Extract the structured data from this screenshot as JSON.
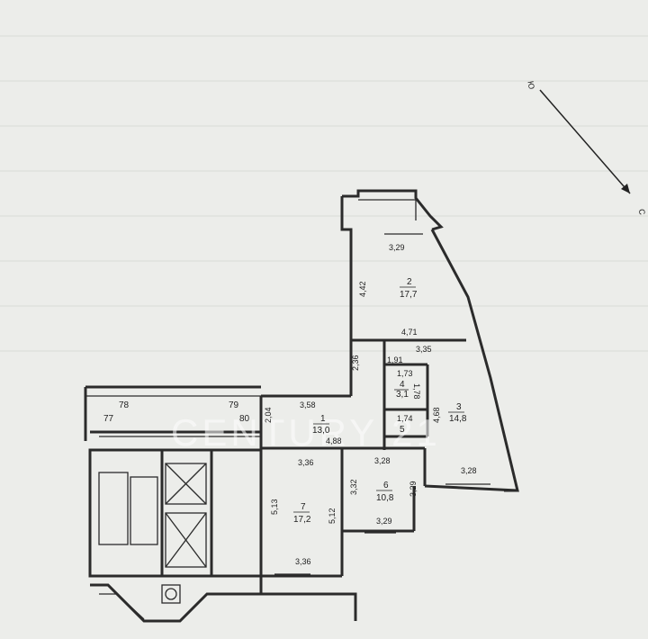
{
  "compass": {
    "north_label": "Ю",
    "south_label": "С"
  },
  "watermark": "CENTURY 21",
  "rooms": [
    {
      "number": "2",
      "area": "17,7"
    },
    {
      "number": "1",
      "area": "13,0"
    },
    {
      "number": "3",
      "area": "14,8"
    },
    {
      "number": "4",
      "area": "3,1"
    },
    {
      "number": "5",
      "area": ""
    },
    {
      "number": "6",
      "area": "10,8"
    },
    {
      "number": "7",
      "area": "17,2"
    }
  ],
  "dimensions": {
    "r2_top": "3,29",
    "r2_left": "4,42",
    "r2_bottom": "4,71",
    "r3_top": "3,35",
    "r3_left": "4,68",
    "r3_bottom": "3,28",
    "r4_top": "1,91",
    "r4_inner": "1,73",
    "r4_side": "1,78",
    "r5_top": "1,74",
    "hall_top": "3,58",
    "hall_side_a": "2,36",
    "hall_side_b": "2,04",
    "hall_bottom": "4,88",
    "r6_top": "3,28",
    "r6_left": "3,32",
    "r6_right": "3,29",
    "r6_bottom": "3,29",
    "r7_top": "3,36",
    "r7_left": "5,13",
    "r7_right": "5,12",
    "r7_bottom": "3,36"
  },
  "corridor_marks": {
    "m78": "78",
    "m77": "77",
    "m79": "79",
    "m80": "80"
  }
}
